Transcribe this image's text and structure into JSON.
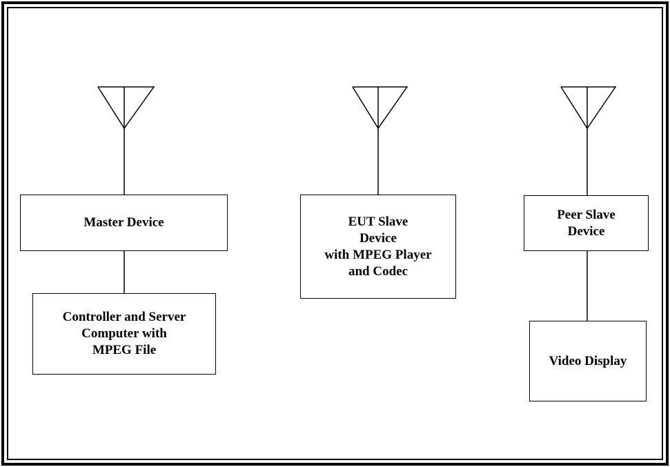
{
  "diagram": {
    "boxes": {
      "master": "Master Device",
      "controller": "Controller and Server\nComputer with\nMPEG File",
      "eut": "EUT Slave\nDevice\nwith MPEG Player\nand Codec",
      "peer": "Peer Slave\nDevice",
      "video": "Video Display"
    },
    "icons": [
      "antenna-icon",
      "antenna-icon",
      "antenna-icon"
    ],
    "colors": {
      "line": "#000000",
      "background": "#ffffff"
    }
  }
}
